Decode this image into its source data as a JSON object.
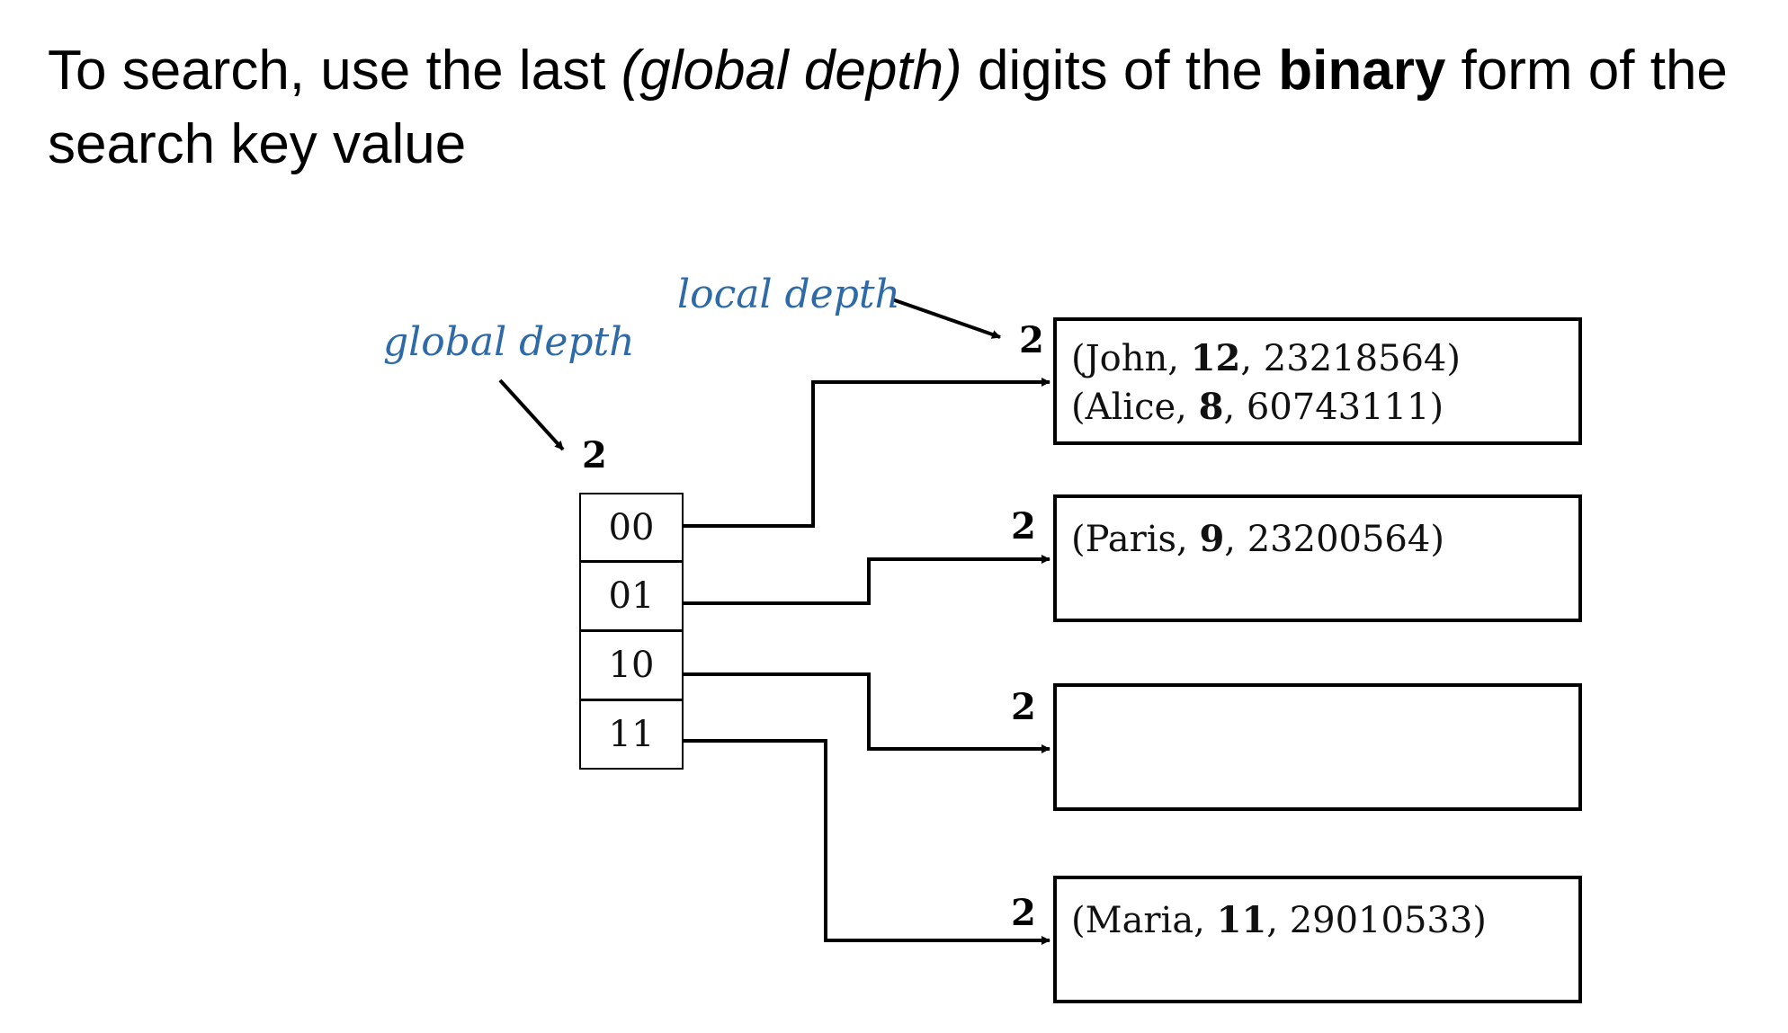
{
  "heading": {
    "line1_a": "To search, use the last ",
    "line1_italic": "(global depth)",
    "line1_b": " digits of the ",
    "line1_bold": "binary",
    "line1_c": " form of the",
    "line2": "search key value"
  },
  "annotations": {
    "global_depth_label": "global depth",
    "local_depth_label": "local depth",
    "color": "#2e6aa8"
  },
  "global_depth": "2",
  "directory": [
    {
      "bits": "00"
    },
    {
      "bits": "01"
    },
    {
      "bits": "10"
    },
    {
      "bits": "11"
    }
  ],
  "buckets": [
    {
      "local_depth": "2",
      "records": [
        {
          "open": "(John, ",
          "key": "12",
          "close": ", 23218564)"
        },
        {
          "open": "(Alice, ",
          "key": "8",
          "close": ", 60743111)"
        }
      ]
    },
    {
      "local_depth": "2",
      "records": [
        {
          "open": "(Paris, ",
          "key": "9",
          "close": ", 23200564)"
        }
      ]
    },
    {
      "local_depth": "2",
      "records": []
    },
    {
      "local_depth": "2",
      "records": [
        {
          "open": "(Maria, ",
          "key": "11",
          "close": ", 29010533)"
        }
      ]
    }
  ]
}
